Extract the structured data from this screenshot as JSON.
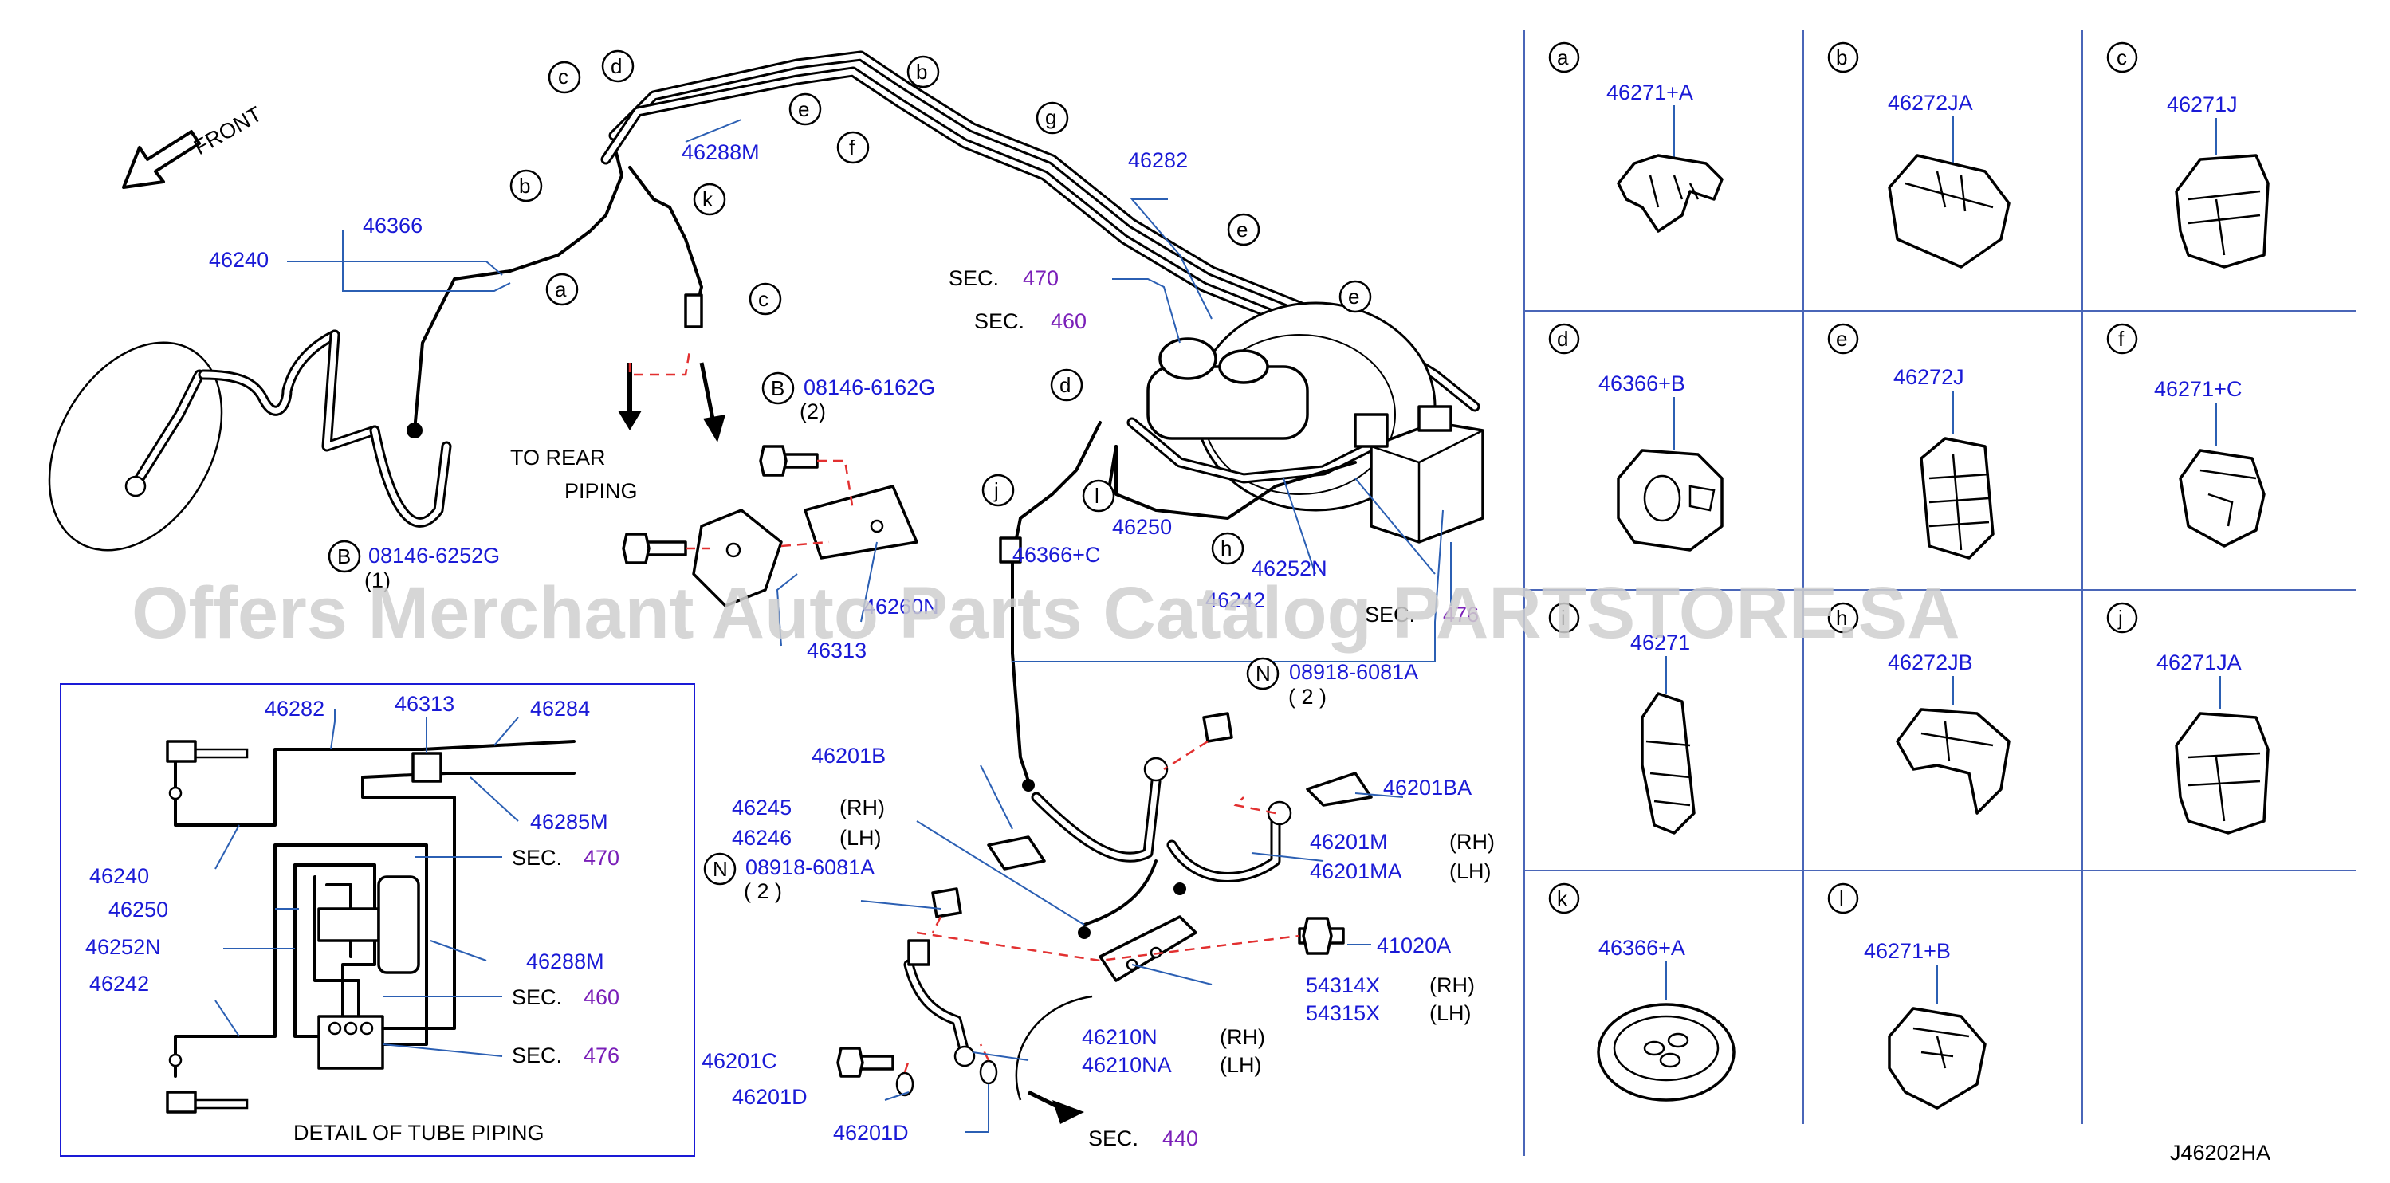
{
  "front_label": "FRONT",
  "watermark": "Offers Merchant Auto Parts Catalog PARTSTORE.SA",
  "diagram_code": "J46202HA",
  "main": {
    "p46366": "46366",
    "p46240": "46240",
    "p46288M": "46288M",
    "p46282": "46282",
    "sec": "SEC.",
    "sec470": "470",
    "sec460": "460",
    "sec476": "476",
    "to_rear": "TO  REAR",
    "piping": "PIPING",
    "bolt_b1_circle": "B",
    "bolt_b1": "08146-6162G",
    "bolt_b1_qty": "(2)",
    "bolt_b2_circle": "B",
    "bolt_b2": "08146-6252G",
    "bolt_b2_qty": "(1)",
    "p46260N": "46260N",
    "p46313": "46313",
    "p46250": "46250",
    "p46366C": "46366+C",
    "p46252N": "46252N",
    "p46242": "46242",
    "nut_n1_circle": "N",
    "nut_n1": "08918-6081A",
    "nut_n1_qty": "( 2   )",
    "nut_n2_circle": "N",
    "nut_n2": "08918-6081A",
    "nut_n2_qty": "( 2   )",
    "p46201B": "46201B",
    "p46201BA": "46201BA",
    "p46245": "46245",
    "rh": "(RH)",
    "p46246": "46246",
    "lh": "(LH)",
    "p46201M": "46201M",
    "p46201MA": "46201MA",
    "p41020A": "41020A",
    "p54314X": "54314X",
    "p54315X": "54315X",
    "p46210N": "46210N",
    "p46210NA": "46210NA",
    "p46201C": "46201C",
    "p46201D": "46201D",
    "p46201D_2": "46201D",
    "sec440": "440",
    "callouts": [
      "c",
      "d",
      "b",
      "e",
      "f",
      "b",
      "g",
      "k",
      "a",
      "c",
      "e",
      "e",
      "d",
      "l",
      "j",
      "h"
    ]
  },
  "detail": {
    "title": "DETAIL  OF  TUBE  PIPING",
    "p46282": "46282",
    "p46313": "46313",
    "p46284": "46284",
    "p46285M": "46285M",
    "p46240": "46240",
    "p46250": "46250",
    "p46252N": "46252N",
    "p46242": "46242",
    "p46288M": "46288M",
    "sec": "SEC.",
    "s470": "470",
    "s460": "460",
    "s476": "476"
  },
  "clips": [
    {
      "letter": "a",
      "part": "46271+A"
    },
    {
      "letter": "b",
      "part": "46272JA"
    },
    {
      "letter": "c",
      "part": "46271J"
    },
    {
      "letter": "d",
      "part": "46366+B"
    },
    {
      "letter": "e",
      "part": "46272J"
    },
    {
      "letter": "f",
      "part": "46271+C"
    },
    {
      "letter": "i",
      "part": "46271"
    },
    {
      "letter": "h",
      "part": "46272JB"
    },
    {
      "letter": "j",
      "part": "46271JA"
    },
    {
      "letter": "k",
      "part": "46366+A"
    },
    {
      "letter": "l",
      "part": "46271+B"
    }
  ]
}
